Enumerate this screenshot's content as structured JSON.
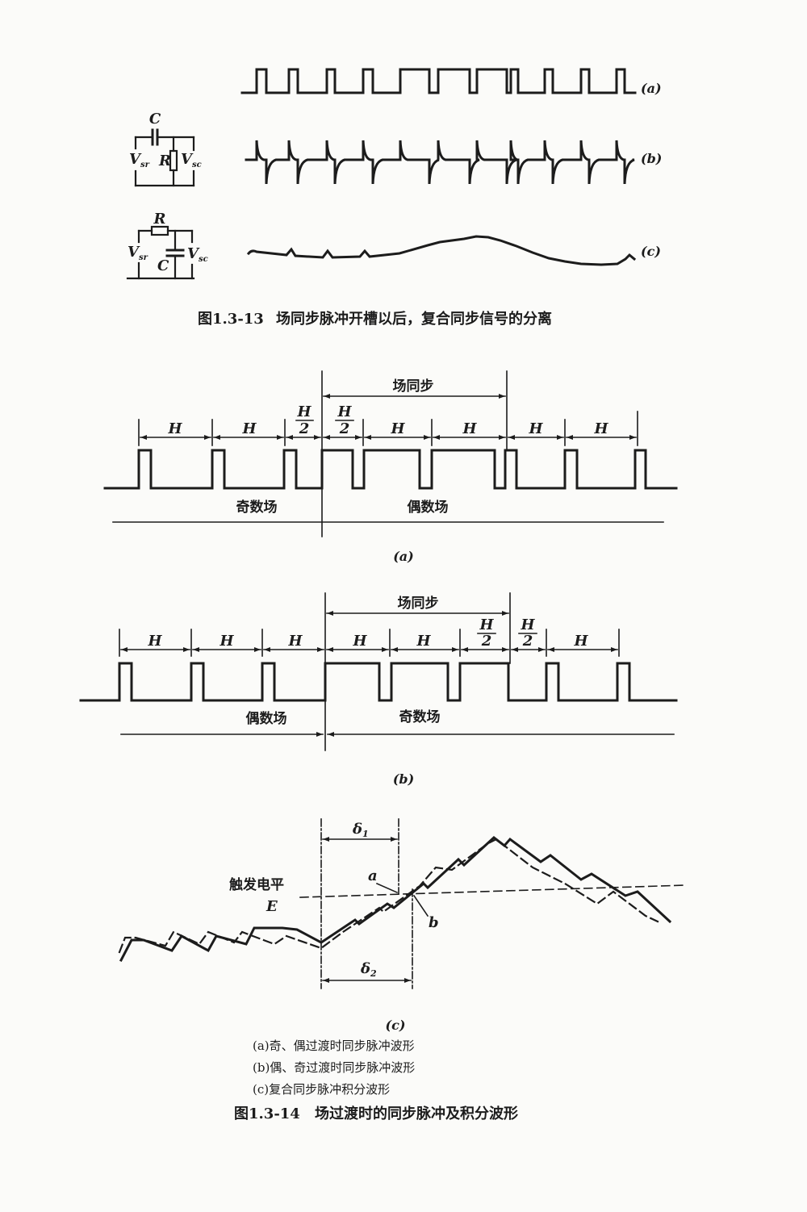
{
  "fig13": {
    "label_a": "(a)",
    "label_b": "(b)",
    "label_c": "(c)",
    "cr_circuit": {
      "c": "C",
      "vin": "V",
      "vin_sub": "sr",
      "r": "R",
      "vout": "V",
      "vout_sub": "sc"
    },
    "rc_circuit": {
      "r": "R",
      "vin": "V",
      "vin_sub": "sr",
      "c": "C",
      "vout": "V",
      "vout_sub": "sc"
    },
    "caption_number": "图1.3-13",
    "caption_title": "场同步脉冲开槽以后，复合同步信号的分离"
  },
  "fig14": {
    "a": {
      "field_sync": "场同步",
      "intervals": [
        {
          "text": "H"
        },
        {
          "text": "H"
        },
        {
          "num": "H",
          "den": "2"
        },
        {
          "num": "H",
          "den": "2"
        },
        {
          "text": "H"
        },
        {
          "text": "H"
        },
        {
          "text": "H"
        },
        {
          "text": "H"
        }
      ],
      "field_left": "奇数场",
      "field_right": "偶数场",
      "label": "(a)"
    },
    "b": {
      "field_sync": "场同步",
      "intervals": [
        {
          "text": "H"
        },
        {
          "text": "H"
        },
        {
          "text": "H"
        },
        {
          "text": "H"
        },
        {
          "text": "H"
        },
        {
          "num": "H",
          "den": "2"
        },
        {
          "num": "H",
          "den": "2"
        },
        {
          "text": "H"
        }
      ],
      "field_left": "偶数场",
      "field_right": "奇数场",
      "label": "(b)"
    },
    "c": {
      "delta1": {
        "symbol": "δ",
        "sub": "1"
      },
      "delta2": {
        "symbol": "δ",
        "sub": "2"
      },
      "point_a": "a",
      "point_b": "b",
      "trigger_level": "触发电平",
      "trigger_symbol": "E",
      "label": "(c)"
    },
    "legend": [
      "(a)奇、偶过渡时同步脉冲波形",
      "(b)偶、奇过渡时同步脉冲波形",
      "(c)复合同步脉冲积分波形"
    ],
    "caption_number": "图1.3-14",
    "caption_title": "场过渡时的同步脉冲及积分波形"
  },
  "colors": {
    "paper": "#fbfbf9",
    "ink": "#1c1c1c"
  }
}
